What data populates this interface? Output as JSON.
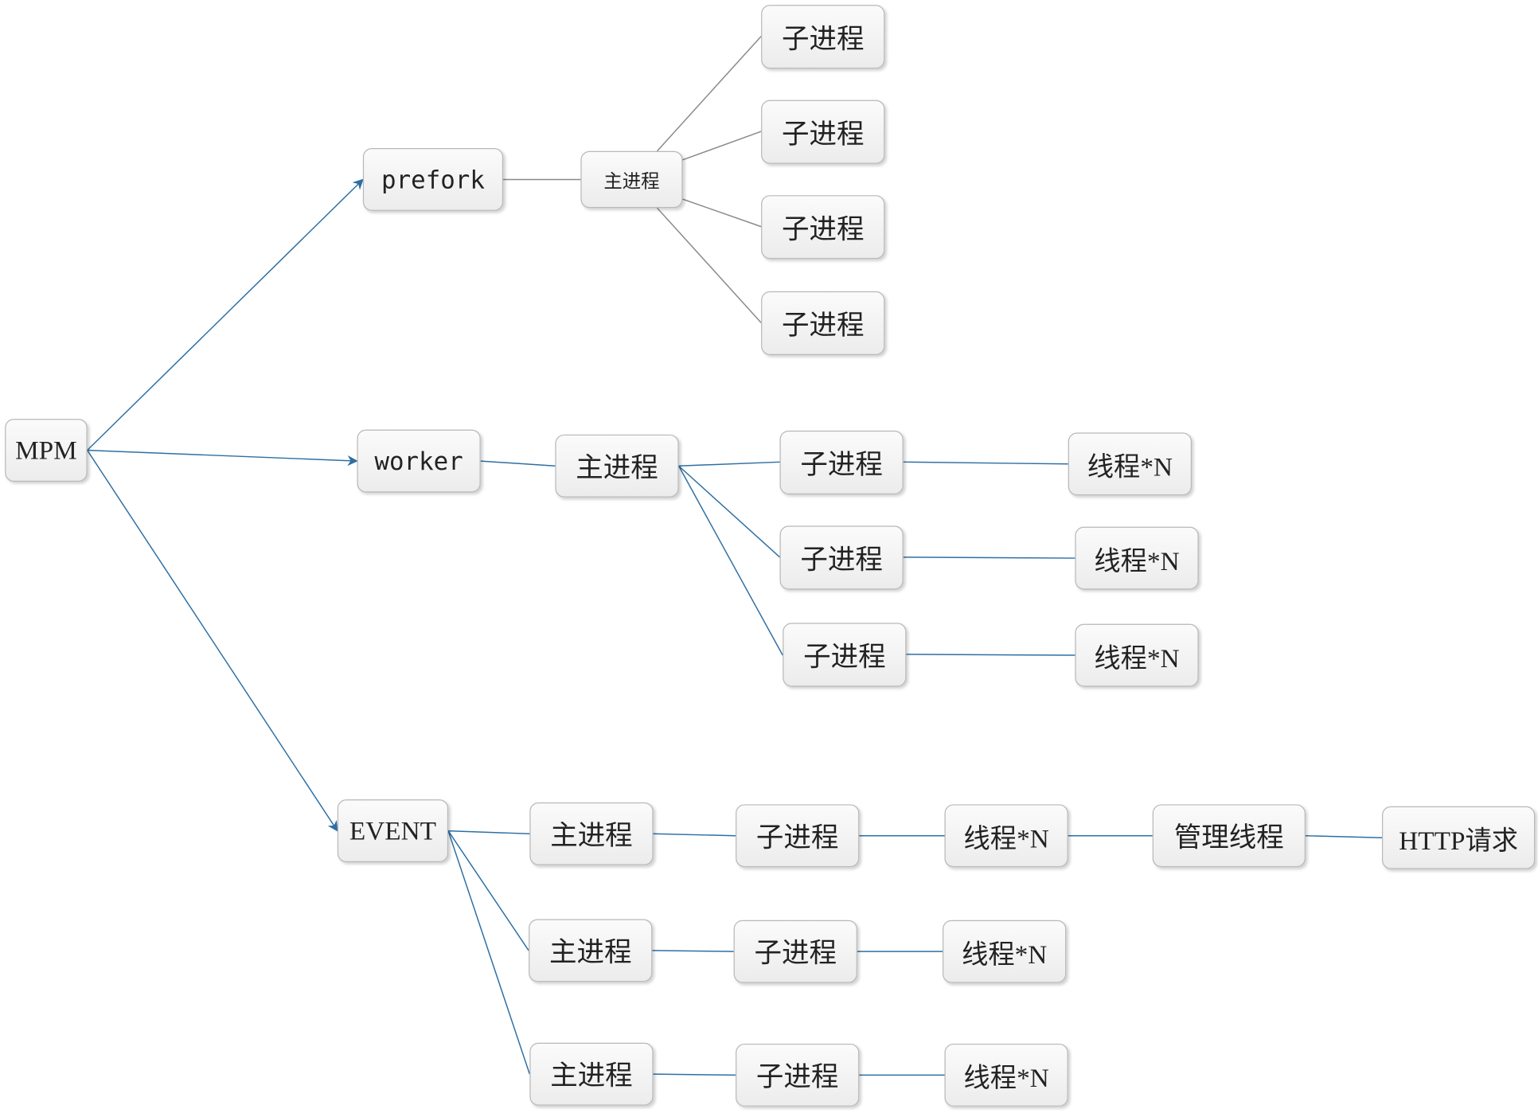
{
  "title": "MPM",
  "modes": {
    "prefork": {
      "label": "prefork",
      "main": "主进程",
      "children": [
        "子进程",
        "子进程",
        "子进程",
        "子进程"
      ]
    },
    "worker": {
      "label": "worker",
      "main": "主进程",
      "children": [
        "子进程",
        "子进程",
        "子进程"
      ],
      "threads": [
        "线程*N",
        "线程*N",
        "线程*N"
      ]
    },
    "event": {
      "label": "EVENT",
      "mains": [
        "主进程",
        "主进程",
        "主进程"
      ],
      "children": [
        "子进程",
        "子进程",
        "子进程"
      ],
      "threads": [
        "线程*N",
        "线程*N",
        "线程*N"
      ],
      "manager": "管理线程",
      "request": "HTTP请求"
    }
  },
  "colors": {
    "edge_blue": "#2e6fa3",
    "edge_gray": "#8a8a8a"
  }
}
